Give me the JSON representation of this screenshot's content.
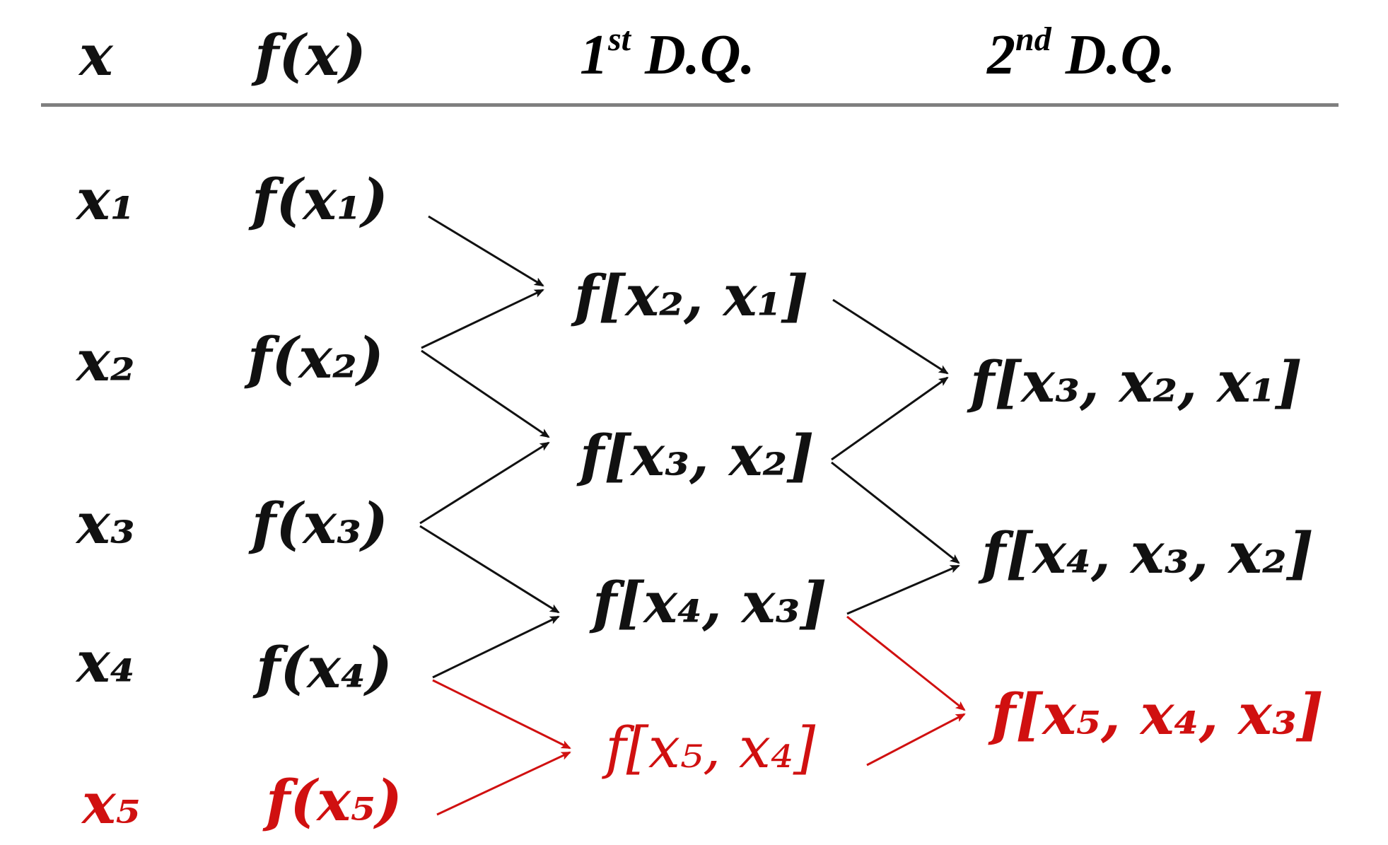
{
  "headers": {
    "x": "x",
    "fx": "f(x)",
    "first_dq_ord": "1",
    "first_dq_sup": "st",
    "first_dq_rest": " D.Q.",
    "second_dq_ord": "2",
    "second_dq_sup": "nd",
    "second_dq_rest": " D.Q."
  },
  "x_column": [
    "x₁",
    "x₂",
    "x₃",
    "x₄",
    "x₅"
  ],
  "fx_column": [
    "f(x₁)",
    "f(x₂)",
    "f(x₃)",
    "f(x₄)",
    "f(x₅)"
  ],
  "first_dq": [
    "f[x₂, x₁]",
    "f[x₃, x₂]",
    "f[x₄, x₃]",
    "f[x₅, x₄]"
  ],
  "second_dq": [
    "f[x₃, x₂, x₁]",
    "f[x₄, x₃, x₂]",
    "f[x₅, x₄, x₃]"
  ],
  "colors": {
    "existing": "#111111",
    "new_point": "#d01010",
    "rule": "#7f7f7f"
  }
}
